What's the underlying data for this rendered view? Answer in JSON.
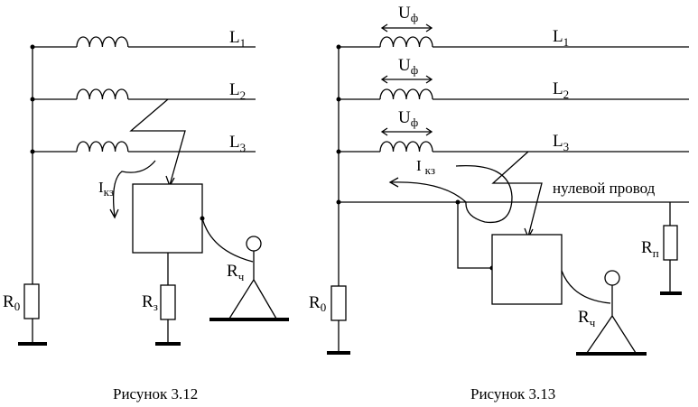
{
  "figure_left": {
    "lines": [
      {
        "letter": "L",
        "sub": "1"
      },
      {
        "letter": "L",
        "sub": "2"
      },
      {
        "letter": "L",
        "sub": "3"
      }
    ],
    "short_circuit": {
      "letter": "I",
      "sub": "кз"
    },
    "ground_r": {
      "letter": "R",
      "sub": "0"
    },
    "earth_r": {
      "letter": "R",
      "sub": "з"
    },
    "person_r": {
      "letter": "R",
      "sub": "ч"
    },
    "caption": "Рисунок 3.12"
  },
  "figure_right": {
    "lines": [
      {
        "letter": "L",
        "sub": "1"
      },
      {
        "letter": "L",
        "sub": "2"
      },
      {
        "letter": "L",
        "sub": "3"
      }
    ],
    "phase_voltage": {
      "letter": "U",
      "sub": "ф"
    },
    "short_circuit": {
      "letter": "I",
      "sub": "кз"
    },
    "neutral_label": "нулевой провод",
    "ground_r": {
      "letter": "R",
      "sub": "0"
    },
    "rep_r": {
      "letter": "R",
      "sub": "п"
    },
    "person_r": {
      "letter": "R",
      "sub": "ч"
    },
    "caption": "Рисунок 3.13"
  }
}
